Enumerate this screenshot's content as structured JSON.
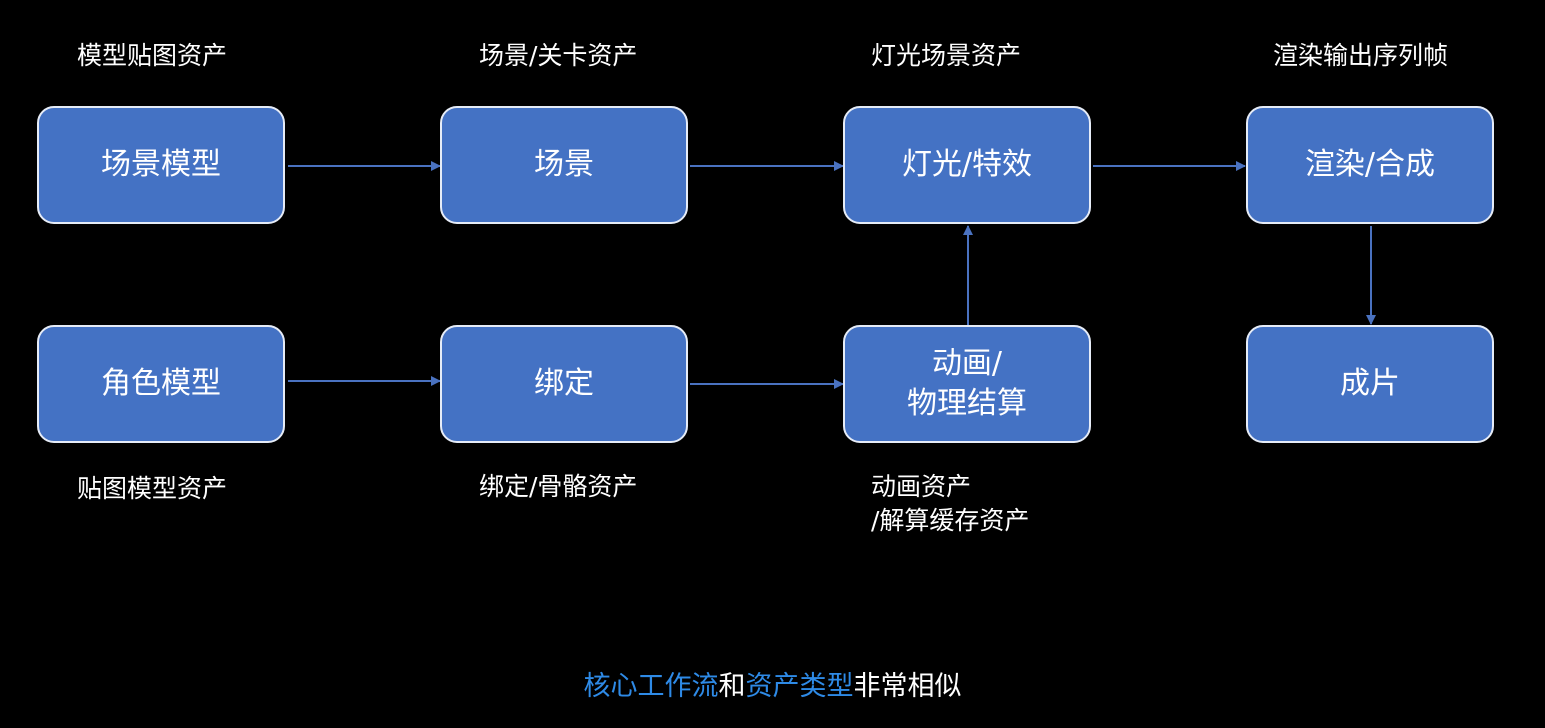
{
  "colors": {
    "background": "#000000",
    "node_fill": "#4472c4",
    "node_border": "#e6ecf7",
    "edge": "#4a72c0",
    "label_text": "#ffffff",
    "caption_highlight": "#2e8ae6"
  },
  "nodes": {
    "scene_model": {
      "text": "场景模型"
    },
    "scene": {
      "text": "场景"
    },
    "lighting_fx": {
      "text": "灯光/特效"
    },
    "render_comp": {
      "text": "渲染/合成"
    },
    "character_model": {
      "text": "角色模型"
    },
    "rigging": {
      "text": "绑定"
    },
    "animation_sim": {
      "line1": "动画/",
      "line2": "物理结算"
    },
    "final_film": {
      "text": "成片"
    }
  },
  "labels": {
    "model_texture_assets": "模型贴图资产",
    "scene_level_assets": "场景/关卡资产",
    "lighting_scene_assets": "灯光场景资产",
    "render_output_frames": "渲染输出序列帧",
    "texture_model_assets": "贴图模型资产",
    "rig_skeleton_assets": "绑定/骨骼资产",
    "animation_assets": {
      "line1": "动画资产",
      "line2": "/解算缓存资产"
    }
  },
  "caption": {
    "part1": "核心工作流",
    "part2": "和",
    "part3": "资产类型",
    "part4": "非常相似"
  },
  "edges": [
    {
      "from": "scene_model",
      "to": "scene"
    },
    {
      "from": "scene",
      "to": "lighting_fx"
    },
    {
      "from": "lighting_fx",
      "to": "render_comp"
    },
    {
      "from": "character_model",
      "to": "rigging"
    },
    {
      "from": "rigging",
      "to": "animation_sim"
    },
    {
      "from": "animation_sim",
      "to": "lighting_fx"
    },
    {
      "from": "render_comp",
      "to": "final_film"
    }
  ]
}
